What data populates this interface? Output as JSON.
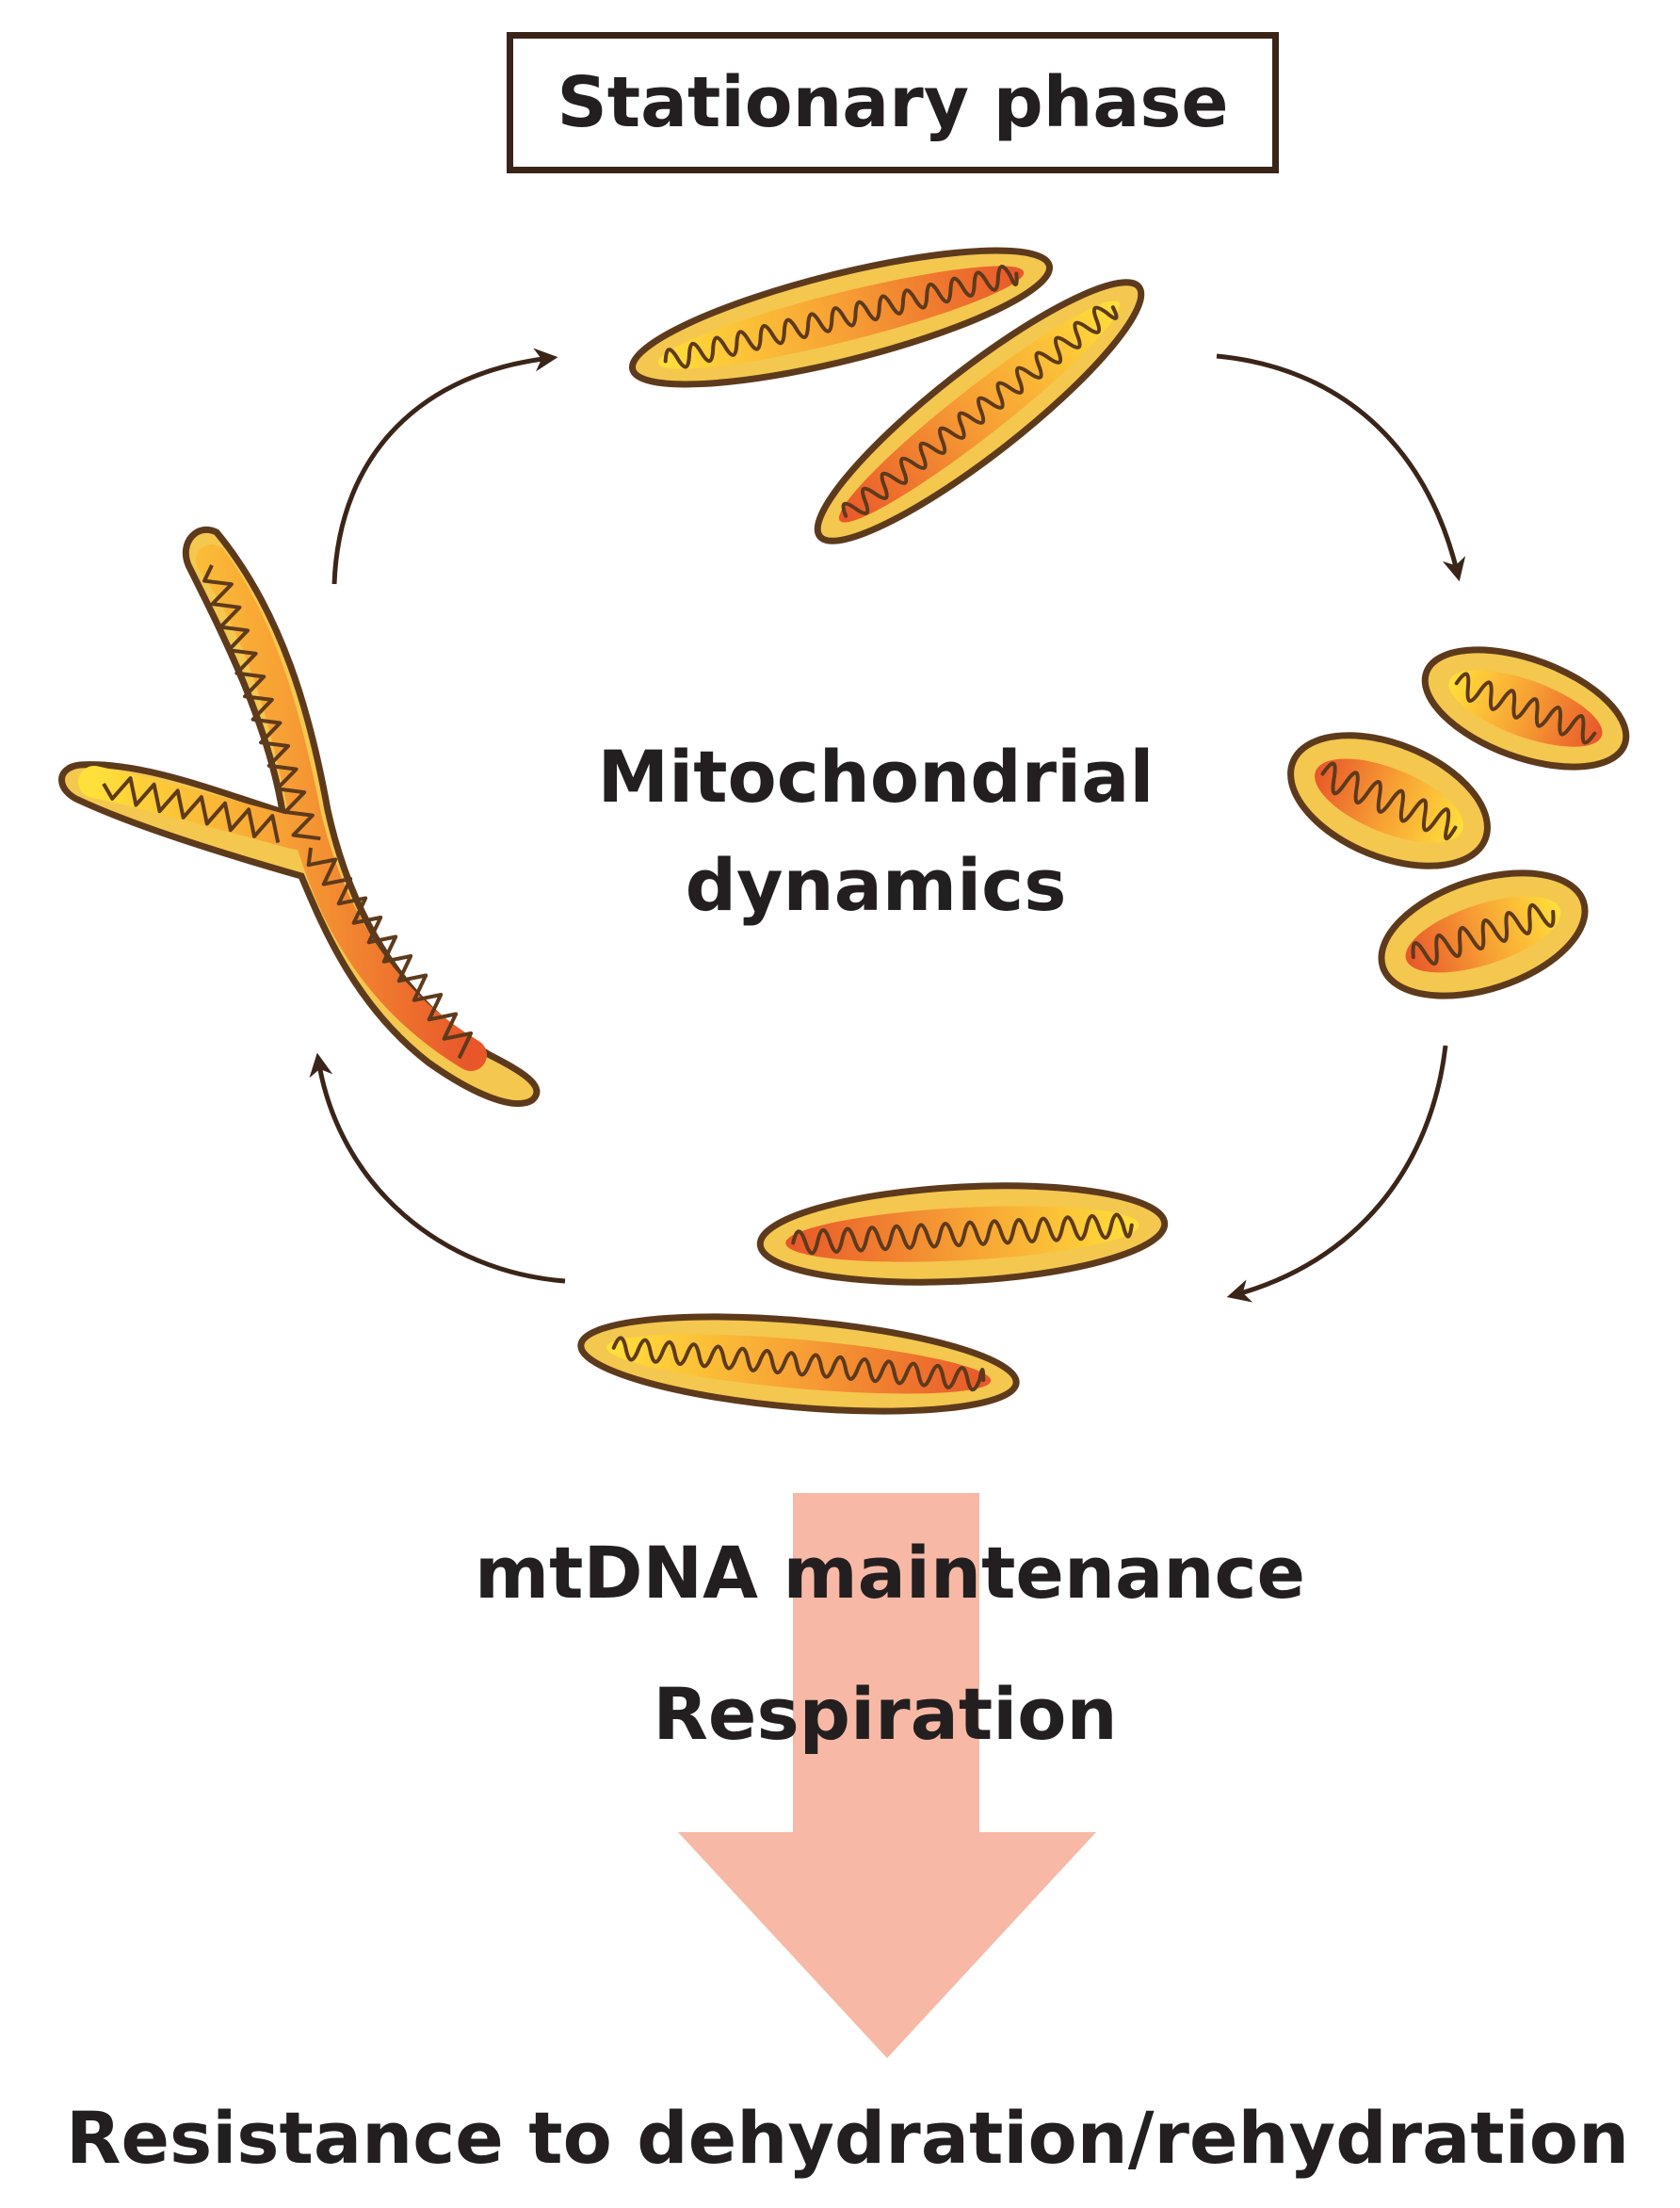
{
  "title": "Stationary phase",
  "center_label": {
    "line1": "Mitochondrial",
    "line2": "dynamics"
  },
  "outcomes": {
    "mtdna": "mtDNA maintenance",
    "respiration": "Respiration"
  },
  "result": "Resistance to dehydration/rehydration",
  "colors": {
    "outline": "#5e3a1c",
    "membrane": "#f4c74f",
    "matrix_light": "#ffe03a",
    "matrix_dark": "#e8562a",
    "arrow": "#3b2418",
    "big_arrow": "#f7b9a5",
    "text": "#231f20"
  },
  "icons": {
    "cycle_arrows": "curved-arrow-icon",
    "flow_arrow": "down-arrow-icon"
  }
}
